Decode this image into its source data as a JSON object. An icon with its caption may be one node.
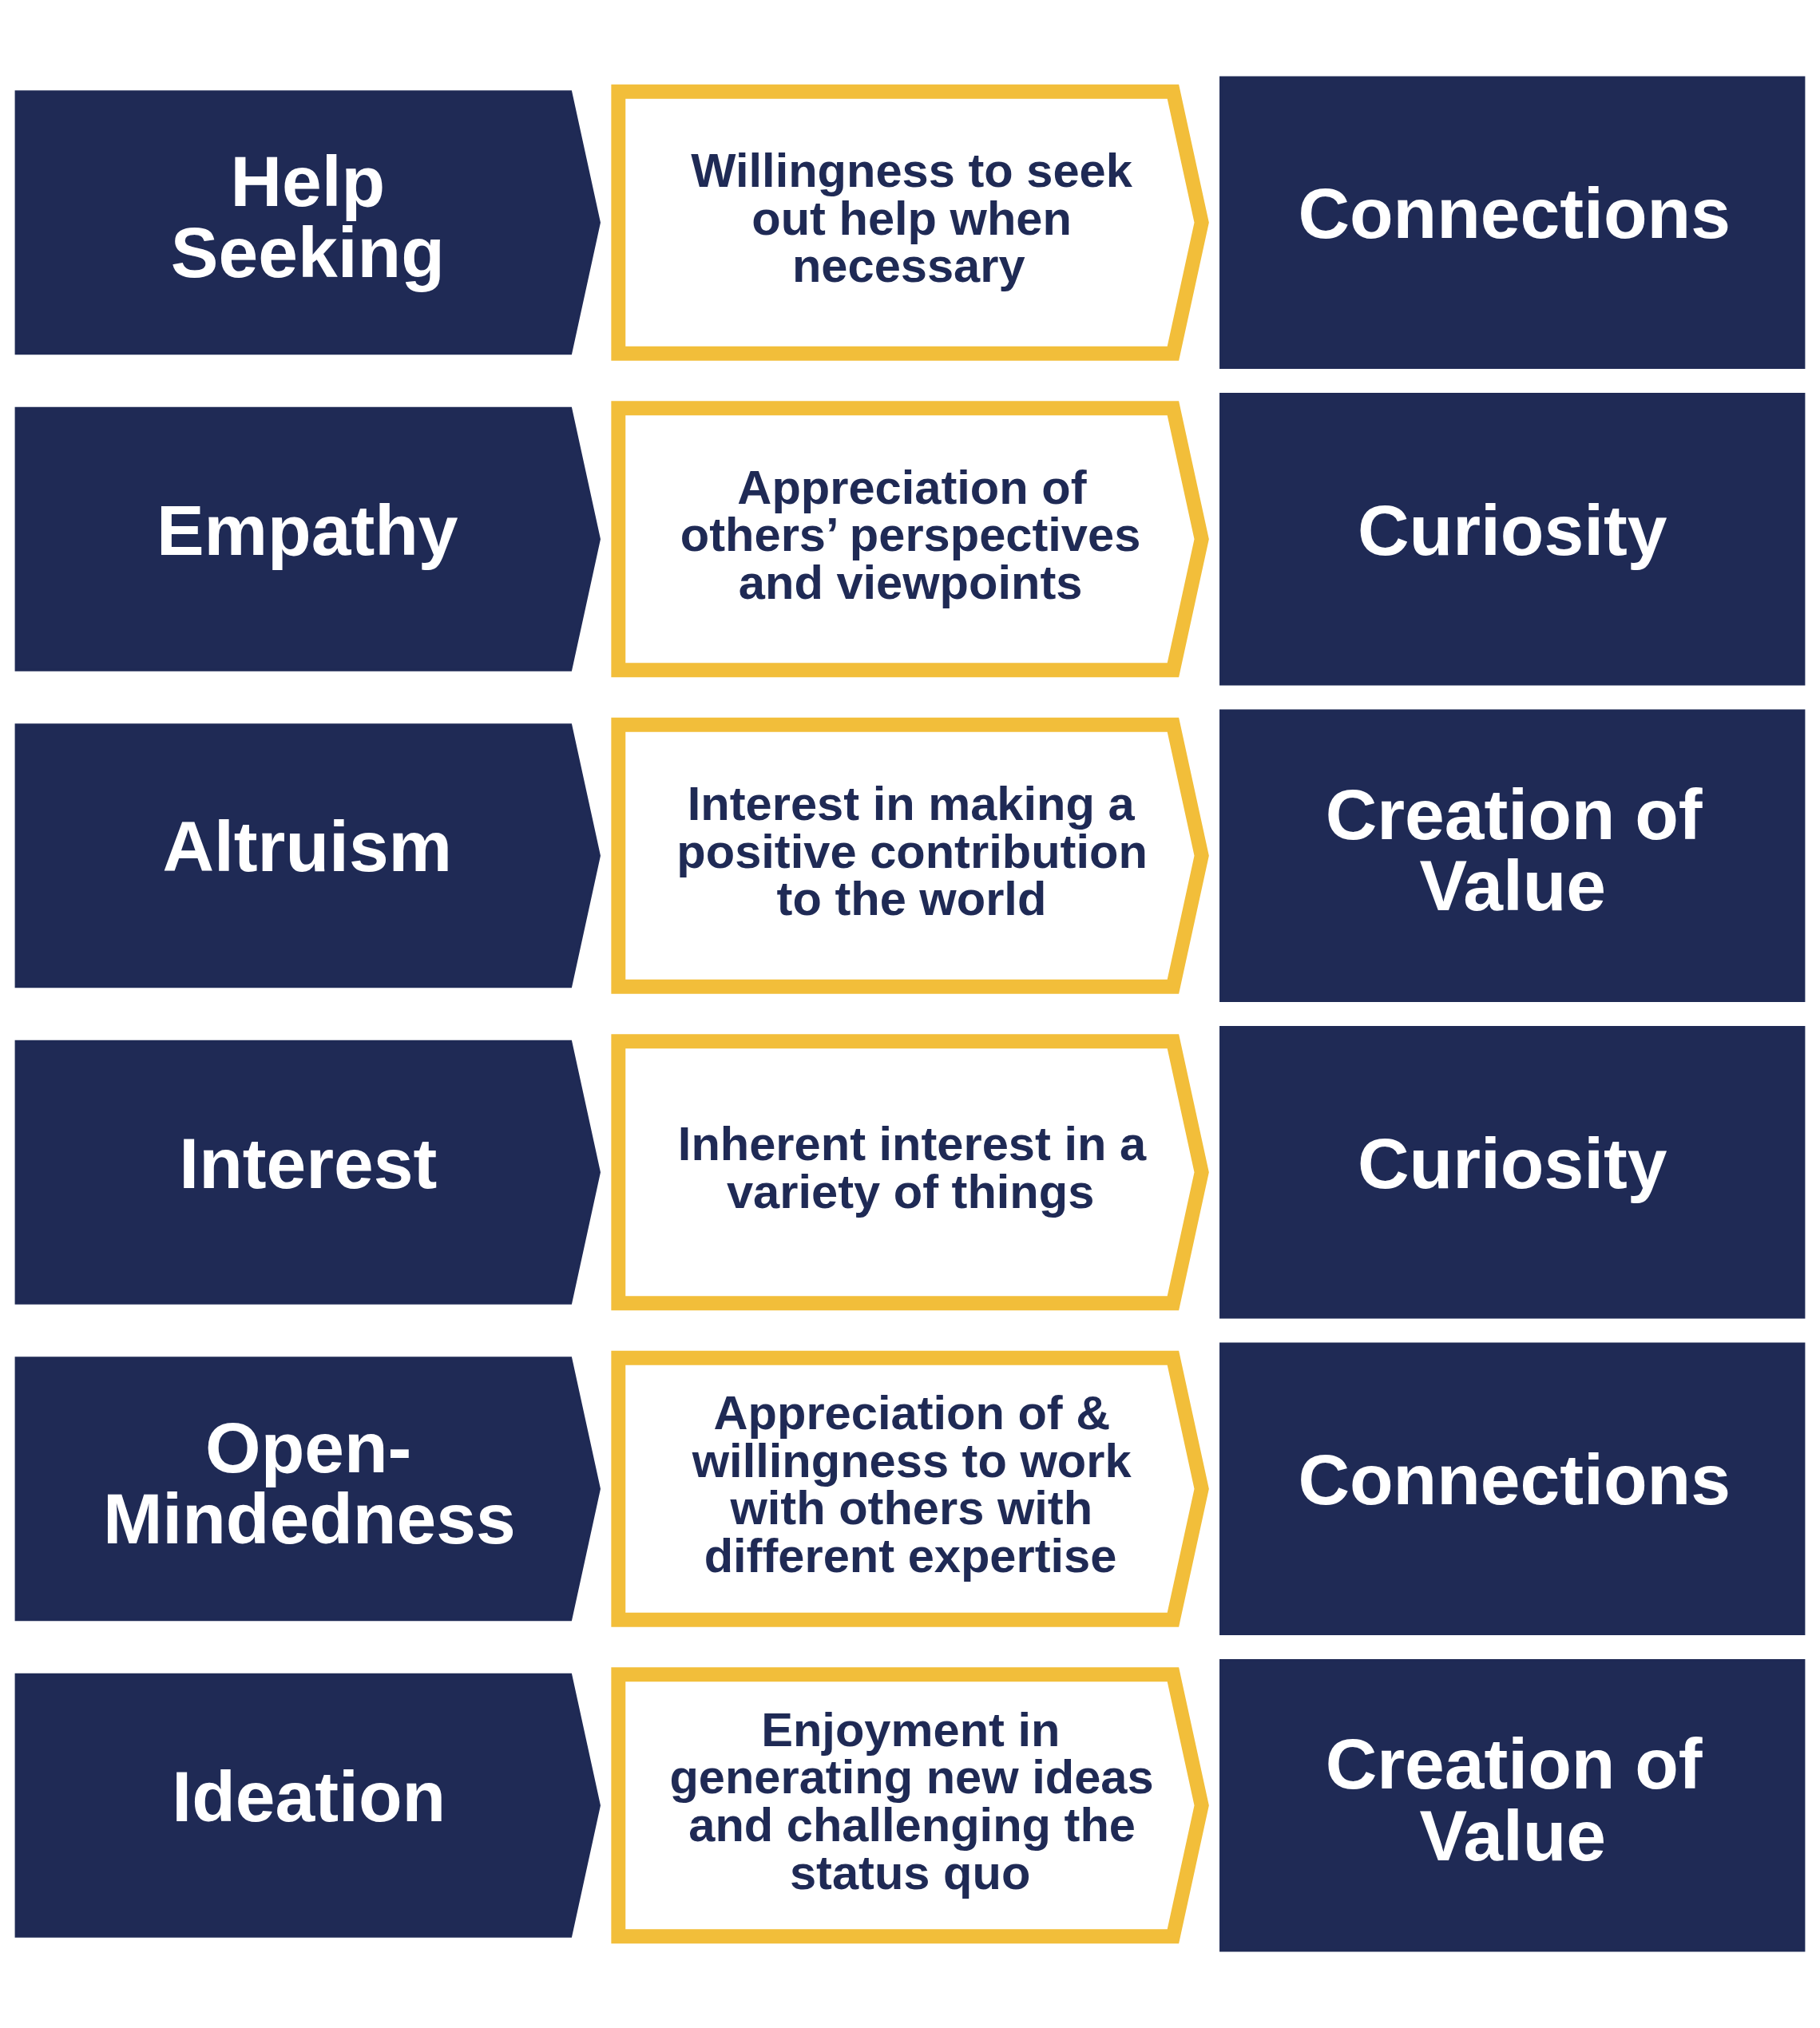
{
  "diagram": {
    "nodes": [
      {
        "text": [
          "Ideation"
        ]
      },
      {
        "text": [
          "Enjoyment in generating new ideas and challenging the status quo"
        ]
      },
      {
        "text": [
          "Creation of Value"
        ]
      },
      {
        "text": [
          "Open-Mindedness"
        ]
      },
      {
        "text": [
          "Appreciation of & willingness to work with others with different expertise"
        ]
      },
      {
        "text": [
          "Connections"
        ]
      },
      {
        "text": [
          "Interest"
        ]
      },
      {
        "text": [
          "Inherent interest in a variety of things"
        ]
      },
      {
        "text": [
          "Curiosity"
        ]
      },
      {
        "text": [
          "Altruism"
        ]
      },
      {
        "text": [
          "Interest in making a positive contribution to the world"
        ]
      },
      {
        "text": [
          "Creation of Value"
        ]
      },
      {
        "text": [
          "Empathy"
        ]
      },
      {
        "text": [
          "Appreciation of others’ perspectives and viewpoints"
        ]
      },
      {
        "text": [
          "Curiosity"
        ]
      },
      {
        "text": [
          "Help Seeking"
        ]
      },
      {
        "text": [
          "Willingness to seek out help when necessary"
        ]
      },
      {
        "text": [
          "Connections"
        ]
      }
    ]
  }
}
